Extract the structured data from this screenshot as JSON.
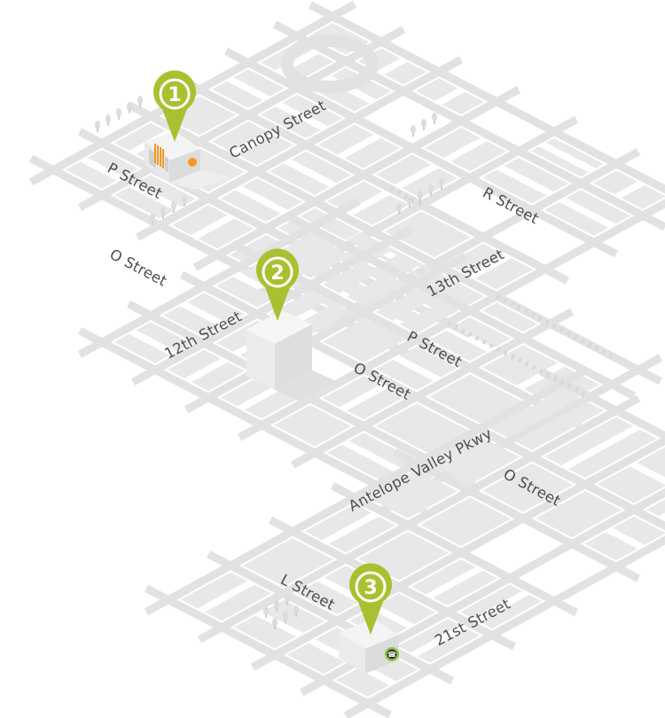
{
  "colors": {
    "road": "#e2e2e2",
    "block": "#e8e8e8",
    "pin": "#a9c131",
    "label": "#4d4d4d",
    "accent_orange": "#f39a1e",
    "phone_green": "#8dc63f"
  },
  "streets": [
    {
      "name": "Canopy Street"
    },
    {
      "name": "P Street"
    },
    {
      "name": "R Street"
    },
    {
      "name": "O Street"
    },
    {
      "name": "13th Street"
    },
    {
      "name": "12th Street"
    },
    {
      "name": "P Street"
    },
    {
      "name": "O Street"
    },
    {
      "name": "Antelope Valley Pkwy"
    },
    {
      "name": "O Street"
    },
    {
      "name": "L Street"
    },
    {
      "name": "21st Street"
    }
  ],
  "markers": [
    {
      "number": "1",
      "icon": "map-pin-icon"
    },
    {
      "number": "2",
      "icon": "map-pin-icon"
    },
    {
      "number": "3",
      "icon": "map-pin-icon"
    }
  ]
}
